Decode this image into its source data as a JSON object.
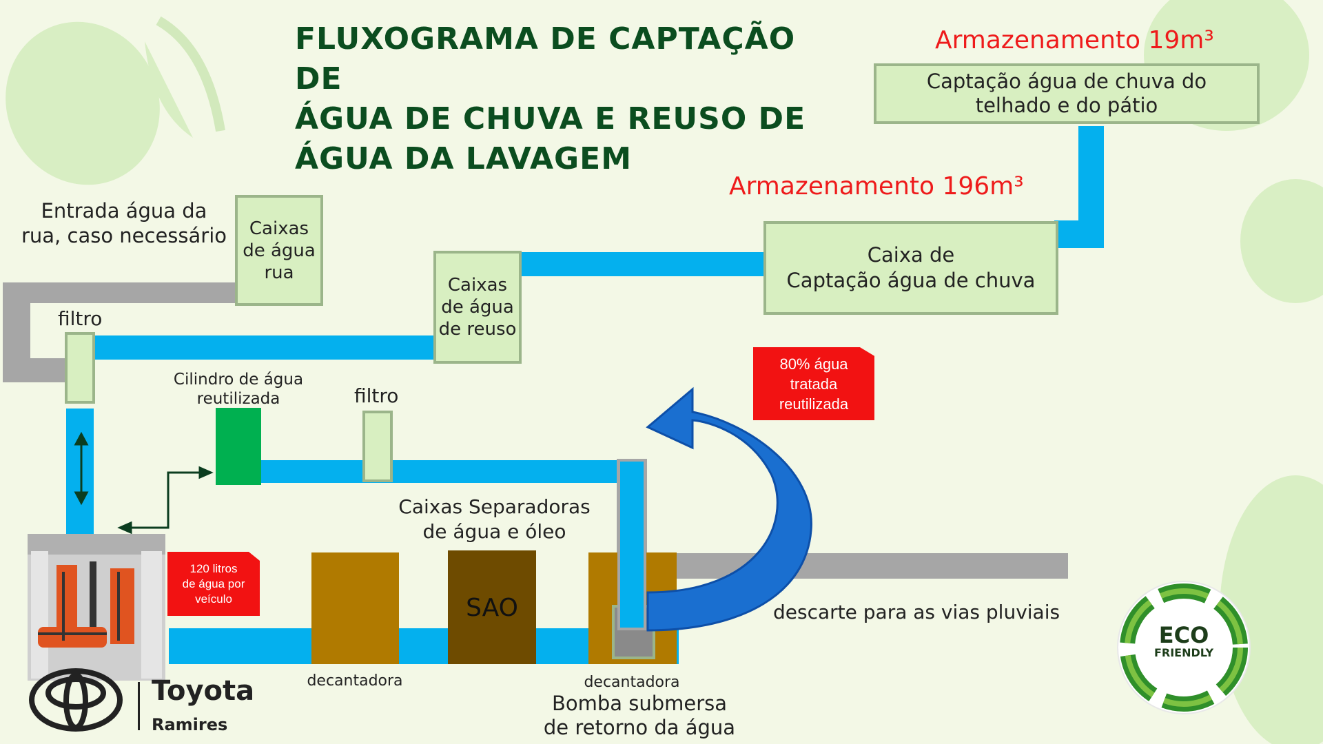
{
  "title": {
    "line1": "FLUXOGRAMA DE CAPTAÇÃO DE",
    "line2": "ÁGUA DE CHUVA E  REUSO DE",
    "line3": "ÁGUA DA LAVAGEM"
  },
  "storage": {
    "small": "Armazenamento 19m³",
    "large": "Armazenamento 196m³"
  },
  "boxes": {
    "roof_capture": {
      "line1": "Captação água de chuva do",
      "line2": "telhado e do pátio"
    },
    "rain_box": {
      "line1": "Caixa de",
      "line2": "Captação água de chuva"
    },
    "street_box": {
      "line1": "Caixas",
      "line2": "de água",
      "line3": "rua"
    },
    "reuse_box": {
      "line1": "Caixas",
      "line2": "de água",
      "line3": "de reuso"
    }
  },
  "labels": {
    "street_entry": {
      "line1": "Entrada água da",
      "line2": "rua, caso necessário"
    },
    "filter_left": "filtro",
    "filter_mid": "filtro",
    "cylinder": {
      "line1": "Cilindro de água",
      "line2": "reutilizada"
    },
    "separators": {
      "line1": "Caixas Separadoras",
      "line2": "de água e óleo"
    },
    "sao": "SAO",
    "decanter_left": "decantadora",
    "decanter_right": "decantadora",
    "pump": {
      "line1": "Bomba submersa",
      "line2": "de retorno da água"
    },
    "discharge": "descarte para as vias pluviais"
  },
  "tags": {
    "reuse_percent": {
      "line1": "80% água",
      "line2": "tratada",
      "line3": "reutilizada"
    },
    "liters": {
      "line1": "120 litros",
      "line2": "de água por",
      "line3": "veículo"
    }
  },
  "brand": {
    "name": "Toyota",
    "dealer": "Ramires"
  },
  "eco": {
    "line1": "ECO",
    "line2": "FRIENDLY"
  },
  "colors": {
    "pipe_water": "#04b0ee",
    "pipe_gray": "#a6a6a6",
    "box_fill": "#d8efc1",
    "arrow_blue": "#1a6fd0",
    "title_green": "#0b4d1f",
    "alert_red": "#f21212",
    "cylinder_green": "#00b050"
  }
}
